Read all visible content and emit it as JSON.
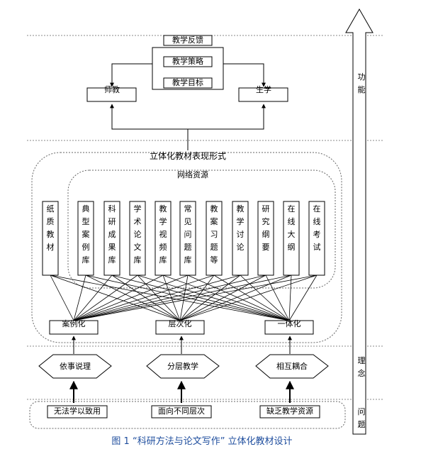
{
  "top": {
    "feedback_items": [
      "教学反馈",
      "教学策略",
      "教学目标"
    ],
    "teacher": "师教",
    "student": "生学"
  },
  "form_title": "立体化教材表现形式",
  "network_title": "网络资源",
  "columns": [
    "纸质教材",
    "典型案例库",
    "科研成果库",
    "学术论文库",
    "教学视频库",
    "常见问题库",
    "教案习题等",
    "教学讨论",
    "研究纲要",
    "在线大纲",
    "在线考试"
  ],
  "columns_display": [
    [
      "纸",
      "质",
      "教",
      "材"
    ],
    [
      "典",
      "型",
      "案",
      "例",
      "库"
    ],
    [
      "科",
      "研",
      "成",
      "果",
      "库"
    ],
    [
      "学",
      "术",
      "论",
      "文",
      "库"
    ],
    [
      "教",
      "学",
      "视",
      "频",
      "库"
    ],
    [
      "常",
      "见",
      "问",
      "题",
      "库"
    ],
    [
      "教",
      "案",
      "习",
      "题",
      "等"
    ],
    [
      "教",
      "学",
      "讨",
      "论"
    ],
    [
      "研",
      "究",
      "纲",
      "要"
    ],
    [
      "在",
      "线",
      "大",
      "纲"
    ],
    [
      "在",
      "线",
      "考",
      "试"
    ]
  ],
  "hubs": [
    "案例化",
    "层次化",
    "一体化"
  ],
  "principles": [
    "依事说理",
    "分层教学",
    "相互耦合"
  ],
  "problems": [
    "无法学以致用",
    "面向不同层次",
    "缺乏教学资源"
  ],
  "side_labels": {
    "function": "功能",
    "principle": "理念",
    "problem": "问题"
  },
  "caption": "图 1 “科研方法与论文写作” 立体化教材设计"
}
